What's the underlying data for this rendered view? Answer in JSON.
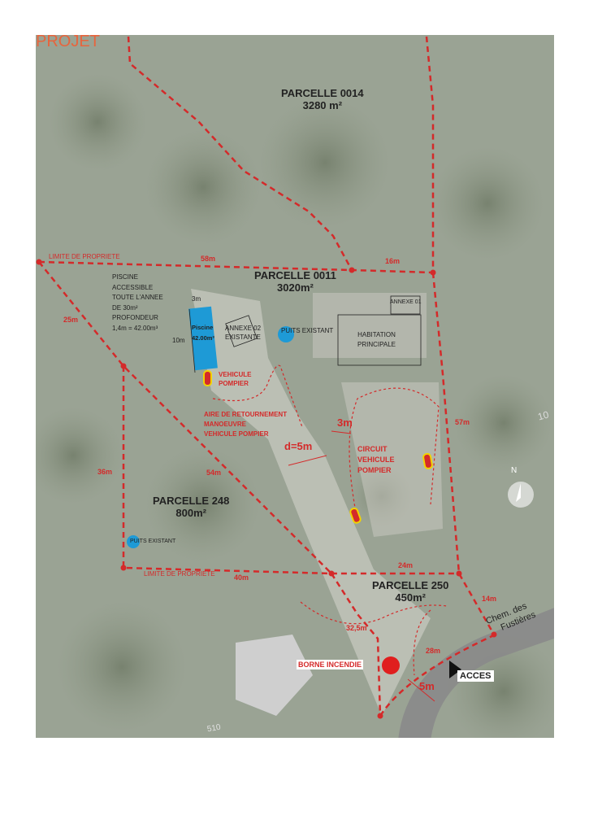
{
  "title": "PROJET",
  "colors": {
    "boundary": "#d42a2a",
    "title": "#e8643c",
    "water": "#1e9ad6",
    "road": "#8a8a8a"
  },
  "parcels": [
    {
      "name": "PARCELLE 0014",
      "area": "3280 m²"
    },
    {
      "name": "PARCELLE 0011",
      "area": "3020m²"
    },
    {
      "name": "PARCELLE 248",
      "area": "800m²"
    },
    {
      "name": "PARCELLE 250",
      "area": "450m²"
    }
  ],
  "limits": [
    "LIMITE DE PROPRIETE",
    "LIMITE DE PROPRIETE"
  ],
  "dimensions": {
    "d58": "58m",
    "d16": "16m",
    "d25": "25m",
    "d36": "36m",
    "d54": "54m",
    "d57": "57m",
    "d40": "40m",
    "d24": "24m",
    "d14": "14m",
    "d32": "32,5m",
    "d28": "28m",
    "d5": "5m",
    "d3": "3m",
    "dist": "d=5m",
    "pool_w": "3m",
    "pool_l": "10m"
  },
  "pool": {
    "label": "Piscine",
    "volume": "42.00m³",
    "note": [
      "PISCINE",
      "ACCESSIBLE",
      "TOUTE L'ANNEE",
      "DE 30m²",
      "PROFONDEUR",
      "1,4m = 42.00m³"
    ]
  },
  "buildings": {
    "annexe02": [
      "ANNEXE 02",
      "EXISTANTE"
    ],
    "annexe01": "ANNEXE 01",
    "habitation": [
      "HABITATION",
      "PRINCIPALE"
    ]
  },
  "wells": [
    "PUITS EXISTANT",
    "PUITS EXISTANT"
  ],
  "fire": {
    "vehicule": [
      "VEHICULE",
      "POMPIER"
    ],
    "aire": [
      "AIRE DE RETOURNEMENT",
      "MANOEUVRE",
      "VEHICULE POMPIER"
    ],
    "circuit": [
      "CIRCUIT",
      "VEHICULE",
      "POMPIER"
    ],
    "borne": "BORNE INCENDIE"
  },
  "road": {
    "name1": "Chem.   des",
    "name2": "Fustières",
    "access": "ACCES"
  },
  "compass": "N",
  "map_numbers": [
    "10",
    "510"
  ]
}
